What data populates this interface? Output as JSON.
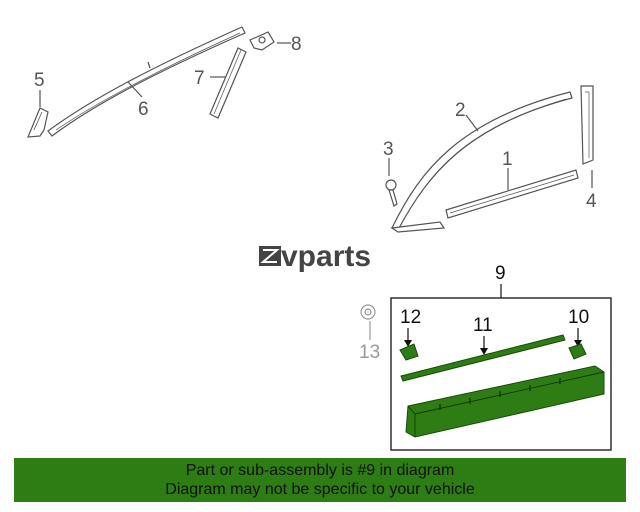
{
  "colors": {
    "part_highlight": "#2e7d14",
    "part_outline": "#4a4a4a",
    "footer_bg": "#2e7d14"
  },
  "logo": {
    "text": "vparts",
    "icon": "evparts-logo-icon"
  },
  "callouts": {
    "c1": "1",
    "c2": "2",
    "c3": "3",
    "c4": "4",
    "c5": "5",
    "c6": "6",
    "c7": "7",
    "c8": "8",
    "c9": "9",
    "c10": "10",
    "c11": "11",
    "c12": "12",
    "c13": "13"
  },
  "footer": {
    "line1": "Part or sub-assembly is #9 in diagram",
    "line2": "Diagram may not be specific to your vehicle"
  }
}
